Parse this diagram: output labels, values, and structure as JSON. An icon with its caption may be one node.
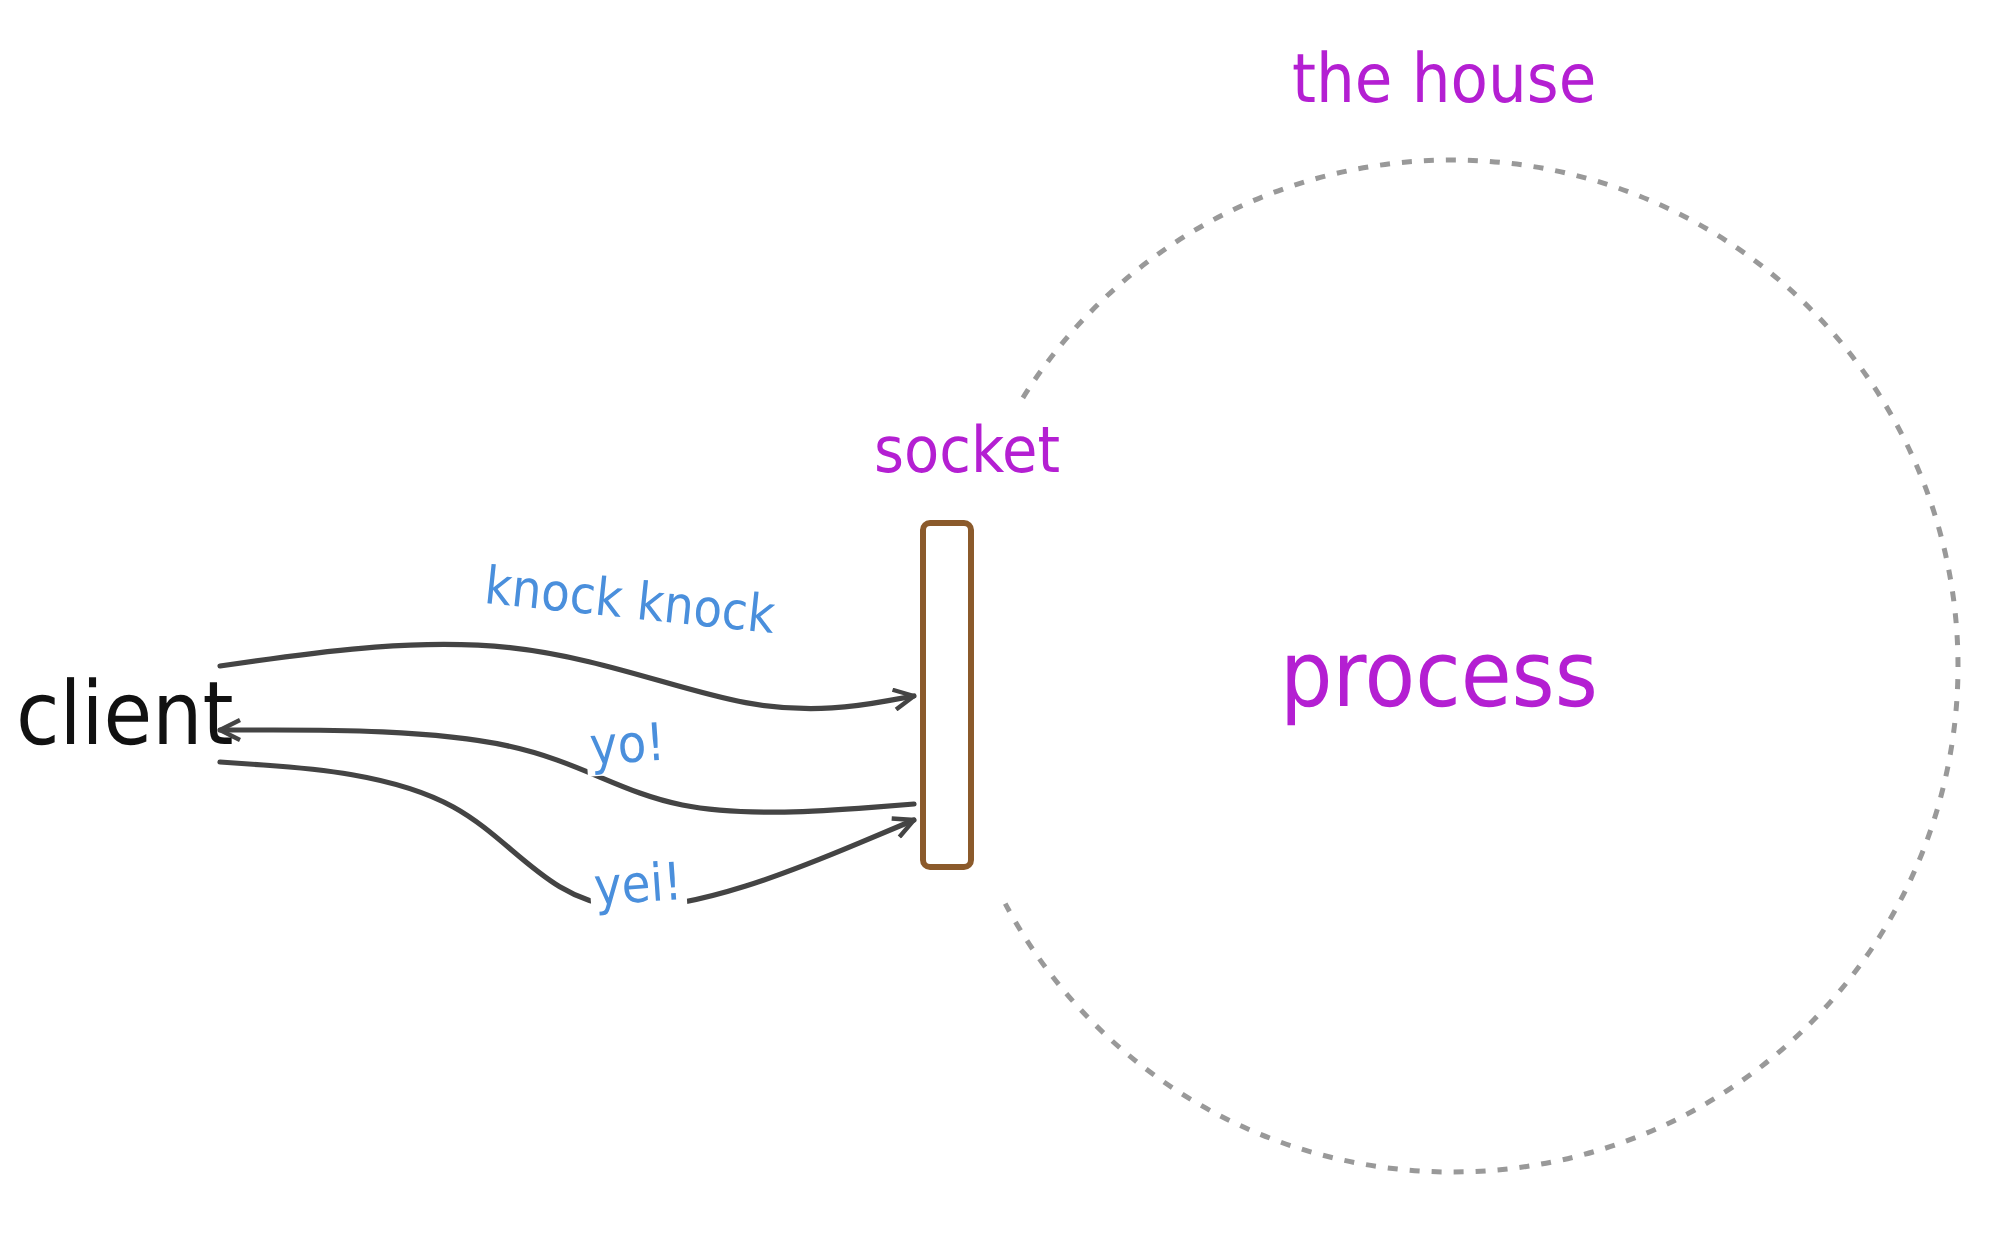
{
  "diagram": {
    "nodes": [
      {
        "text": [
          "the house",
          "process"
        ]
      },
      {
        "text": [
          "socket"
        ]
      },
      {
        "text": [
          "client"
        ]
      }
    ],
    "edges": [
      {
        "from": 2,
        "to": 1,
        "arrow": "to",
        "label": "knock knock"
      },
      {
        "from": 1,
        "to": 2,
        "arrow": "to",
        "label": "yo!"
      },
      {
        "from": 2,
        "to": 1,
        "arrow": "to",
        "label": "yei!"
      }
    ]
  }
}
